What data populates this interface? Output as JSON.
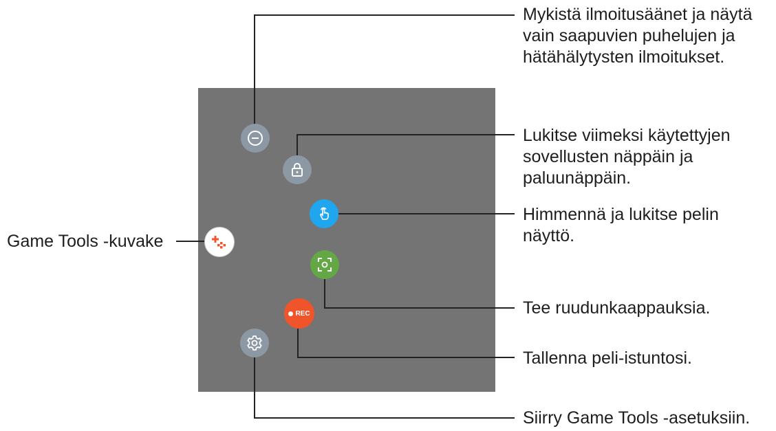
{
  "labels": {
    "mute": "Mykistä ilmoitusäänet ja näytä\nvain saapuvien puhelujen ja\nhätähälytysten ilmoitukset.",
    "lock_keys": "Lukitse viimeksi käytettyjen\nsovellusten näppäin ja\npaluunäppäin.",
    "touch_lock": "Himmennä ja lukitse pelin\nnäyttö.",
    "game_tools_icon": "Game Tools -kuvake",
    "screenshot": "Tee ruudunkaappauksia.",
    "record": "Tallenna peli-istuntosi.",
    "settings": "Siirry Game Tools -asetuksiin."
  },
  "buttons": {
    "rec_text": "REC"
  },
  "icons": {
    "mute": "minus-circle-icon",
    "lock": "lock-icon",
    "touch_lock": "touch-hand-icon",
    "screenshot": "screen-capture-icon",
    "record": "record-icon",
    "settings": "gear-icon",
    "game_tools": "game-tools-icon"
  },
  "colors": {
    "screen_bg": "#747474",
    "gray_button": "#8c98a4",
    "blue_button": "#1fa6ee",
    "green_button": "#63a845",
    "rec_button": "#f0542b",
    "leader_line": "#222222"
  }
}
